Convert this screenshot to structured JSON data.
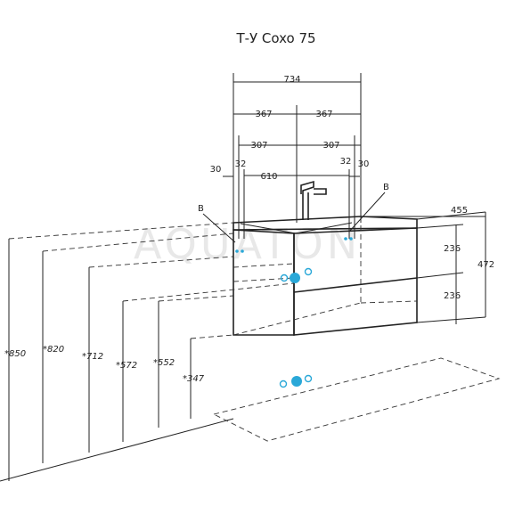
{
  "title": "Т-У Coxo 75",
  "watermark": "AQUATON",
  "widths": {
    "total": "734",
    "half_left": "367",
    "half_right": "367",
    "sub_left": "307",
    "sub_right": "307",
    "bowl": "610",
    "offset_30_left": "30",
    "offset_32_left": "32",
    "offset_32_right": "32",
    "offset_30_right": "30"
  },
  "depth": "455",
  "heights": {
    "total": "472",
    "upper_drawer": "236",
    "lower_drawer": "236"
  },
  "floor_heights": {
    "h850": "*850",
    "h820": "*820",
    "h712": "*712",
    "h572": "*572",
    "h552": "*552",
    "h347": "*347"
  },
  "markers": {
    "left": "B",
    "right": "B"
  },
  "colors": {
    "line": "#222222",
    "marker": "#2aa8d8",
    "watermark": "#e8e8e8"
  }
}
